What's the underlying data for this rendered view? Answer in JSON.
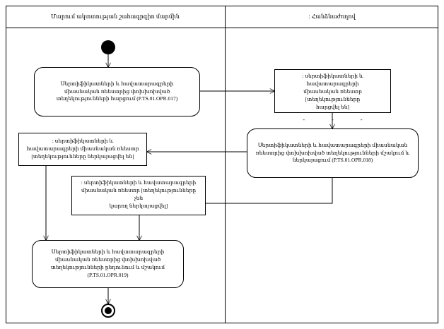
{
  "diagram": {
    "type": "uml-activity-diagram",
    "lanes": [
      {
        "id": "lane-left",
        "title": "Մարում ակտտության շահագրգիո մարմին"
      },
      {
        "id": "lane-right",
        "title": ": Հանձնաժողով"
      }
    ],
    "nodes": [
      {
        "id": "start",
        "kind": "initial-node",
        "lane": "lane-left"
      },
      {
        "id": "activity-opr-017",
        "kind": "activity",
        "lane": "lane-left",
        "text": "Սերտիֆիկատների և հավատարագրերի\nմիասնական ռեեստրից փոխխոխված\nտեղեկությունների հարցում (P.TS.01.OPR.017)"
      },
      {
        "id": "object-request-sent",
        "kind": "object-node",
        "lane": "lane-right",
        "text": ": սերտիֆիկատների և հավատարագրերի\nմիասնական ռեեստր [տեղեկությունները\nհարցվել են]",
        "dashes": [
          "-",
          "-",
          "-"
        ]
      },
      {
        "id": "activity-opr-018",
        "kind": "activity",
        "lane": "lane-right",
        "text": "Սերտիֆիկատների և հավատարագրերի միասնական\nռեեստրից փոխխոխված տեղեկությունների մշակում և\nներկայացում (P.TS.01.OPR.018)"
      },
      {
        "id": "object-provided",
        "kind": "object-node",
        "lane": "lane-left",
        "text": ": սերտիֆիկատների և\nհավատարագրերի միասնական ռեեստր\n[տեղեկությունները ներկայացվել են]"
      },
      {
        "id": "object-not-provided",
        "kind": "object-node",
        "lane": "lane-left",
        "text": ": սերտիֆիկատների և հավատարագրերի\nմիասնական ռեեստր [տեղեկությունները չեն\nկարող ներկայացվել]"
      },
      {
        "id": "activity-opr-019",
        "kind": "activity",
        "lane": "lane-left",
        "text": "Սերտիֆիկատների և հավատարագրերի\nմիասնական ռեեստրից փոխխոխված\nտեղեկությունների ընդունում և մշակում\n(P.TS.01.OPR.019)"
      },
      {
        "id": "end",
        "kind": "final-node",
        "lane": "lane-left"
      }
    ],
    "edges": [
      {
        "from": "start",
        "to": "activity-opr-017"
      },
      {
        "from": "activity-opr-017",
        "to": "object-request-sent"
      },
      {
        "from": "object-request-sent",
        "to": "activity-opr-018"
      },
      {
        "from": "activity-opr-018",
        "to": "object-provided"
      },
      {
        "from": "activity-opr-018",
        "to": "object-not-provided"
      },
      {
        "from": "object-provided",
        "to": "activity-opr-019"
      },
      {
        "from": "object-not-provided",
        "to": "activity-opr-019"
      },
      {
        "from": "activity-opr-019",
        "to": "end"
      }
    ]
  },
  "colors": {
    "stroke": "#000000",
    "background": "#ffffff"
  }
}
